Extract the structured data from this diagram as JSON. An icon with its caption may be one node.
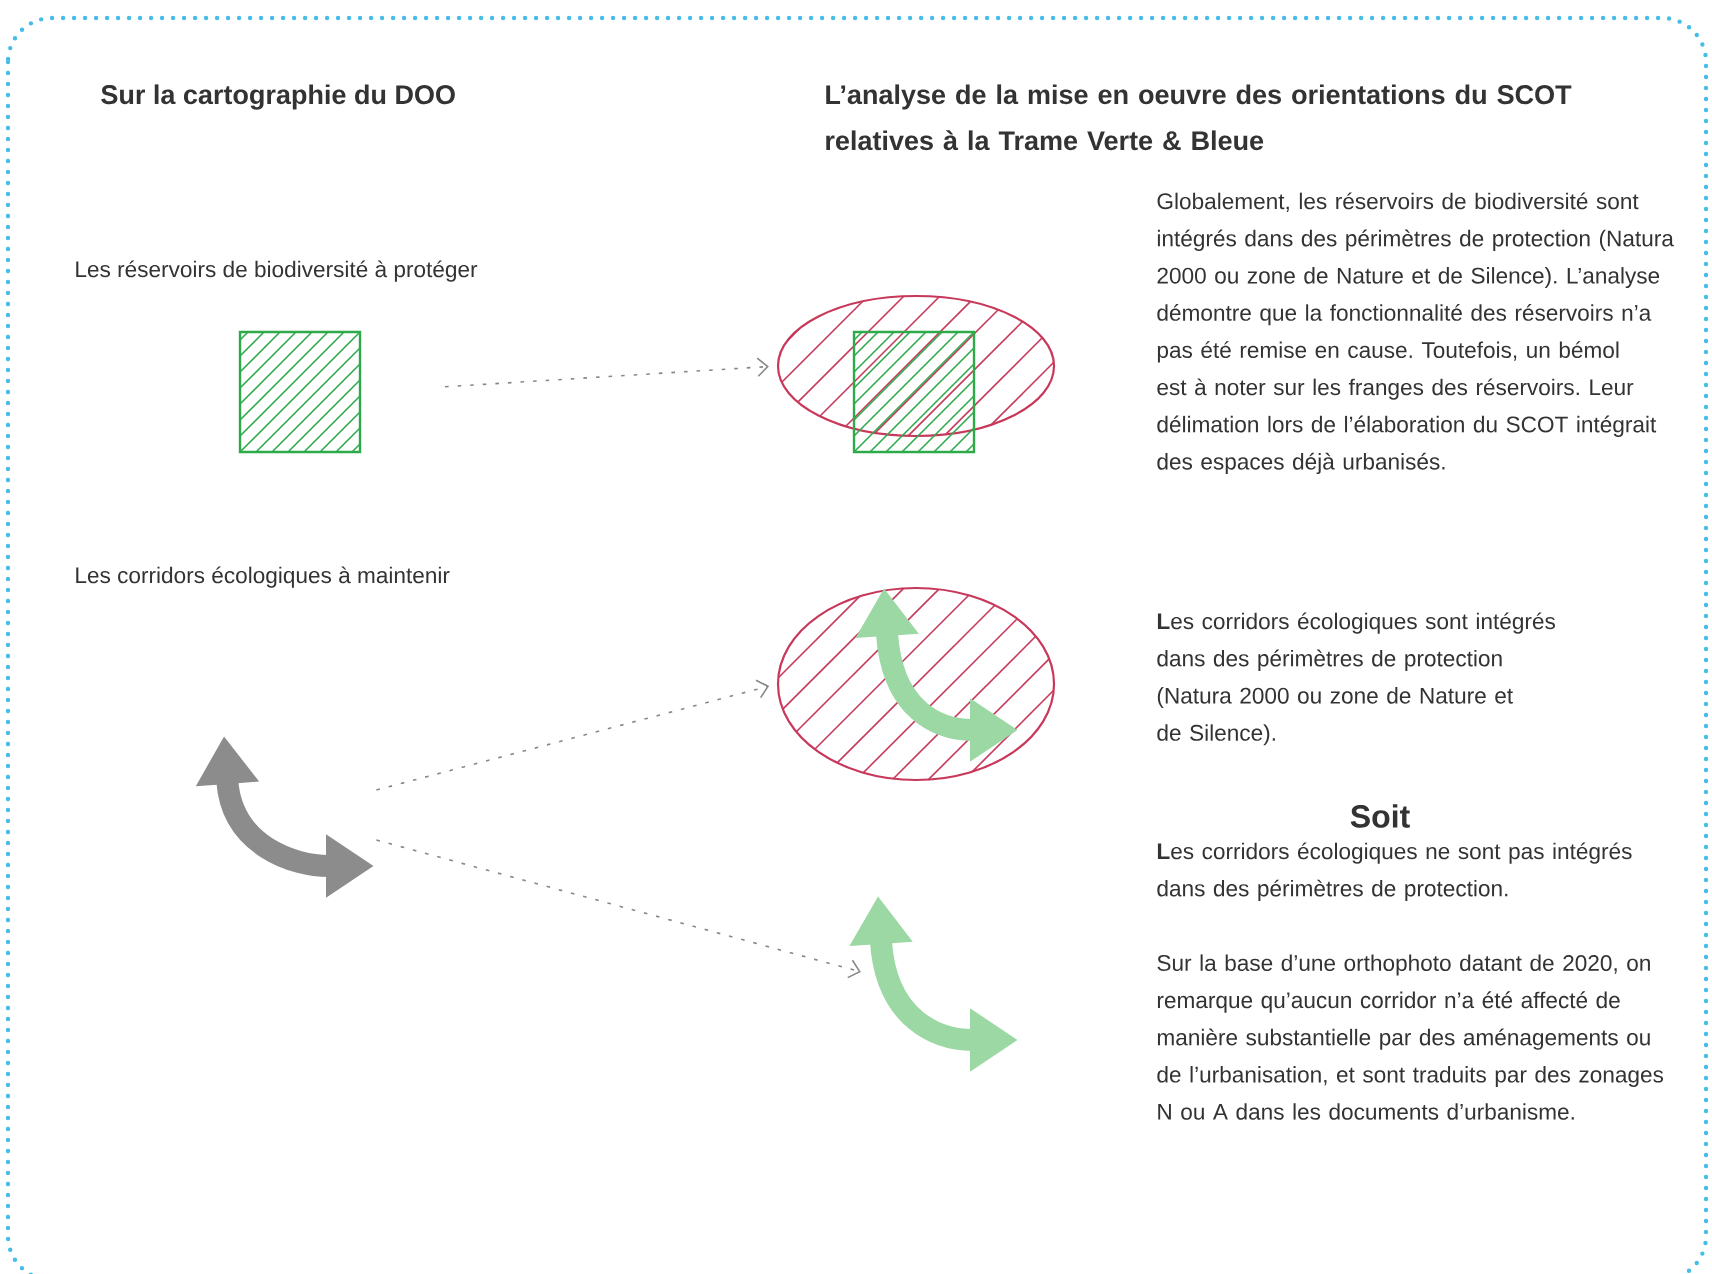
{
  "diagram": {
    "nodes": [
      {
        "text": [],
        "shape": "box"
      },
      {
        "text": [],
        "shape": "ellipse"
      },
      {
        "text": [],
        "shape": "box"
      },
      {
        "text": [],
        "shape": "picture"
      },
      {
        "text": [],
        "shape": "ellipse"
      },
      {
        "text": [],
        "shape": "picture",
        "in": 4
      },
      {
        "text": [],
        "shape": "picture"
      }
    ],
    "edges": [
      {
        "from": 0,
        "to": 1,
        "arrow": "to",
        "style": "dashed"
      },
      {
        "from": 3,
        "to": 4,
        "arrow": "to",
        "style": "dashed"
      },
      {
        "from": 3,
        "to": 6,
        "arrow": "to",
        "style": "dashed"
      }
    ],
    "labels": [
      "Sur la cartographie du DOO",
      "L’analyse de la mise en oeuvre des orientations du SCOT relatives à la Trame Verte & Bleue",
      "Les réservoirs de biodiversité à protéger",
      "Les corridors écologiques à maintenir",
      "Globalement, les réservoirs de biodiversité sont intégrés dans des périmètres de protection (Natura 2000 ou zone de Nature et de Silence). L’analyse démontre que la fonctionnalité des réservoirs n’a pas été remise en cause. Toutefois, un bémol est à noter sur les franges des réservoirs. Leur délimation lors de l’élaboration du SCOT intégrait des espaces déjà urbanisés.",
      "**L**es corridors écologiques sont intégrés dans des périmètres de protection (Natura 2000 ou zone de Nature et de Silence).",
      "Soit",
      "**L**es corridors écologiques ne sont pas intégrés dans des périmètres de protection.",
      "Sur la base d’une orthophoto datant de 2020, on remarque qu’aucun corridor n’a été affecté de manière substantielle par des aménagements ou de l’urbanisation, et sont traduits par des zonages N ou A dans les documents d’urbanisme."
    ]
  }
}
